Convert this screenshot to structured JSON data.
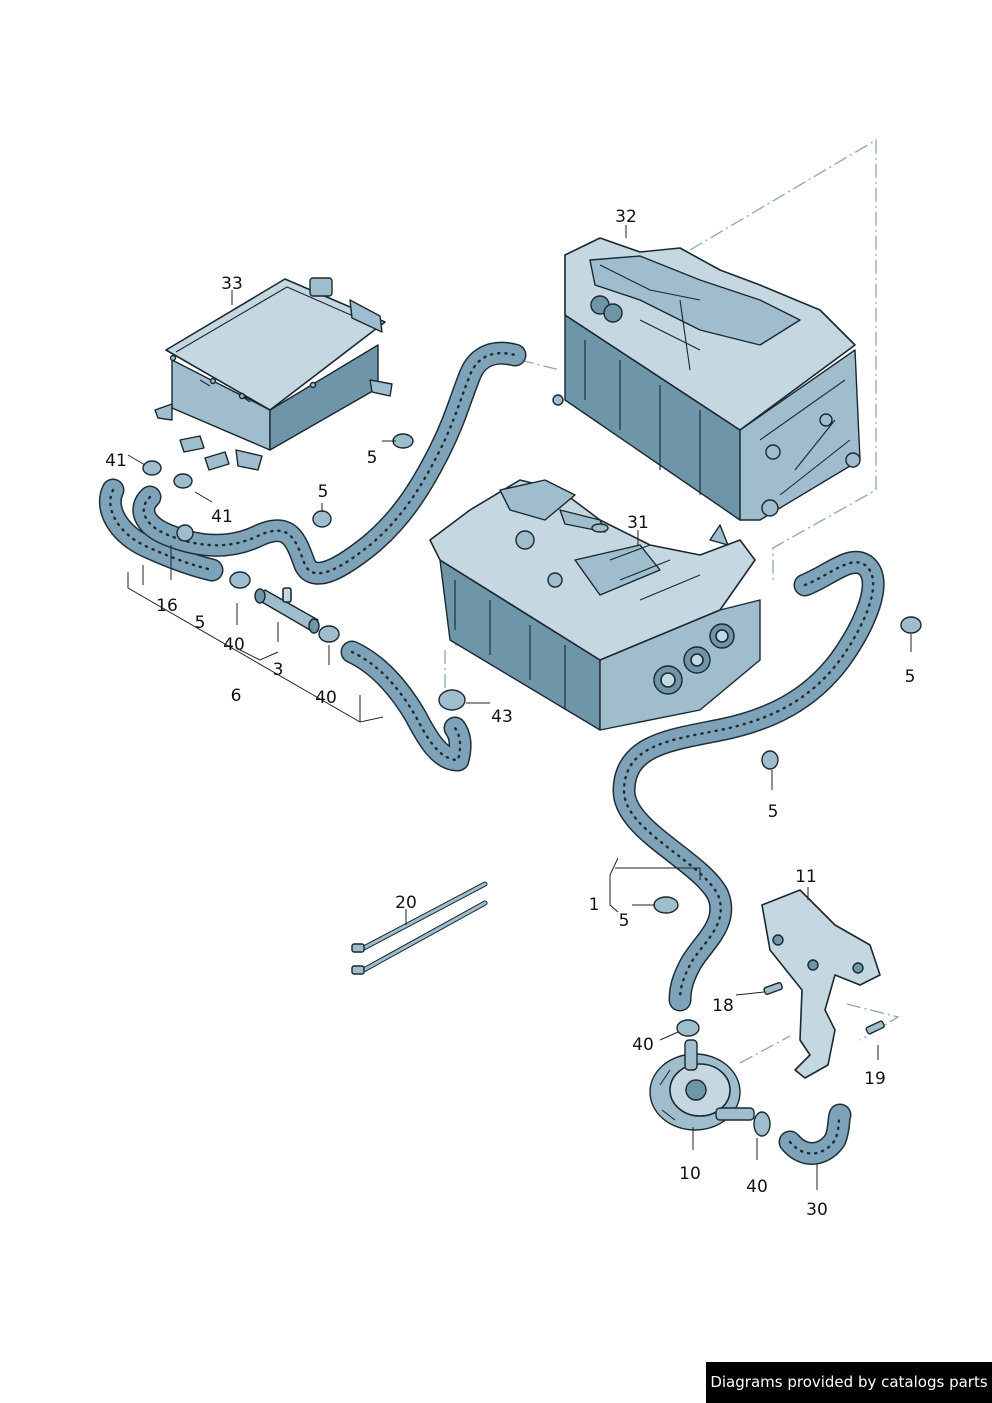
{
  "callouts": {
    "c1": "1",
    "c3": "3",
    "c5a": "5",
    "c5b": "5",
    "c5c": "5",
    "c5d": "5",
    "c5e": "5",
    "c5f": "5",
    "c6": "6",
    "c10": "10",
    "c11": "11",
    "c16": "16",
    "c18": "18",
    "c19": "19",
    "c20": "20",
    "c30": "30",
    "c31": "31",
    "c32": "32",
    "c33": "33",
    "c40a": "40",
    "c40b": "40",
    "c40c": "40",
    "c40d": "40",
    "c41a": "41",
    "c41b": "41",
    "c43": "43"
  },
  "watermark": "Diagrams provided by catalogs parts",
  "colors": {
    "part_light": "#c5d8e2",
    "part_mid": "#9fbdcc",
    "part_dark": "#6f95a8",
    "outline": "#1a2830",
    "hose": "#7ea3b8",
    "dashdot_line": "#8aa6b8"
  }
}
